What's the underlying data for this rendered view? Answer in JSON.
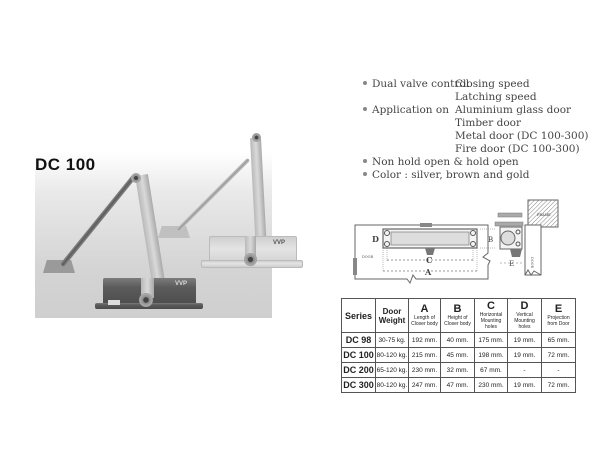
{
  "product": {
    "title": "DC 100",
    "brand_logo": "VVP"
  },
  "features": [
    {
      "label": "Dual valve control",
      "values": [
        "Closing speed",
        "Latching speed"
      ]
    },
    {
      "label": "Application on",
      "values": [
        "Aluminium glass door",
        "Timber door",
        "Metal door (DC 100-300)",
        "Fire door (DC 100-300)"
      ]
    },
    {
      "label": "Non hold open & hold open",
      "values": []
    },
    {
      "label": "Color : silver, brown and gold",
      "values": []
    }
  ],
  "diagram": {
    "labels": {
      "A": "A",
      "B": "B",
      "C": "C",
      "D": "D",
      "E": "E",
      "door_left": "DOOR",
      "door_right": "DOOR",
      "frame": "FRAME"
    }
  },
  "table": {
    "headers": [
      {
        "key": "series",
        "title": "Series",
        "sub": ""
      },
      {
        "key": "weight",
        "title": "Door Weight",
        "sub": ""
      },
      {
        "key": "A",
        "title": "A",
        "sub": "Length of Closer body"
      },
      {
        "key": "B",
        "title": "B",
        "sub": "Height of Closer body"
      },
      {
        "key": "C",
        "title": "C",
        "sub": "Horizontal Mounting holes"
      },
      {
        "key": "D",
        "title": "D",
        "sub": "Vertical Mounting holes"
      },
      {
        "key": "E",
        "title": "E",
        "sub": "Projection from Door"
      }
    ],
    "rows": [
      [
        "DC 98",
        "30-75 kg.",
        "192 mm.",
        "40 mm.",
        "175 mm.",
        "19 mm.",
        "65 mm."
      ],
      [
        "DC 100",
        "80-120 kg.",
        "215 mm.",
        "45 mm.",
        "198 mm.",
        "19 mm.",
        "72 mm."
      ],
      [
        "DC 200",
        "65-120 kg.",
        "230 mm.",
        "32 mm.",
        "67 mm.",
        "-",
        "-"
      ],
      [
        "DC 300",
        "80-120 kg.",
        "247 mm.",
        "47 mm.",
        "230 mm.",
        "19 mm.",
        "72 mm."
      ]
    ]
  }
}
